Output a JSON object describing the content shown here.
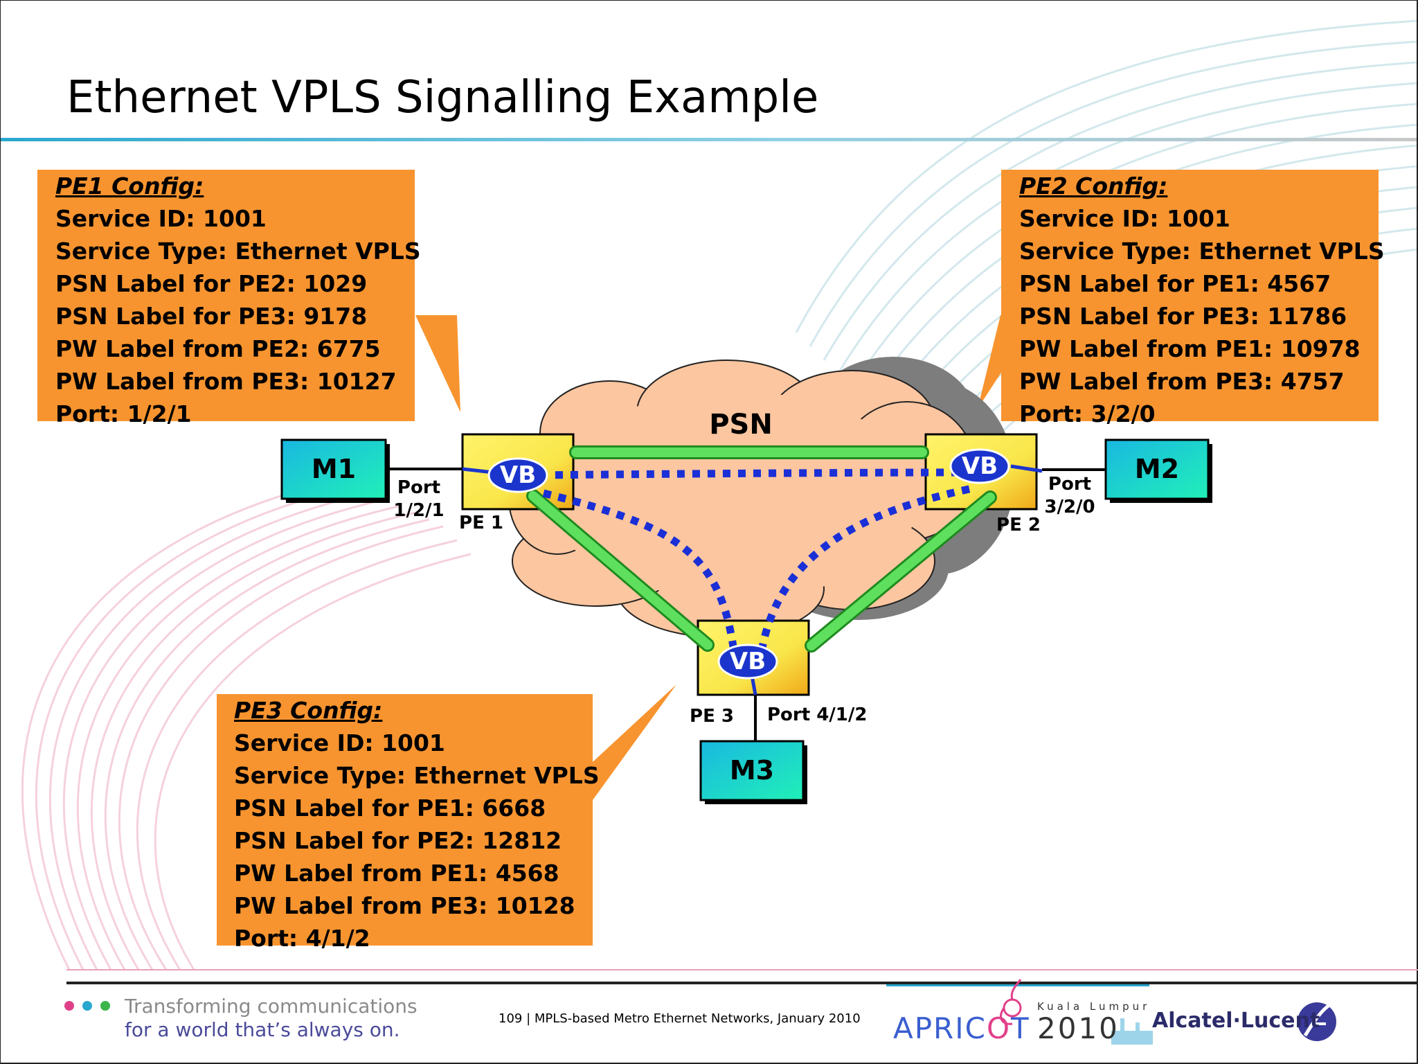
{
  "slide": {
    "title": "Ethernet VPLS Signalling Example"
  },
  "configs": {
    "pe1": {
      "header": "PE1 Config:",
      "lines": [
        "Service ID: 1001",
        "Service Type: Ethernet VPLS",
        "PSN Label for PE2: 1029",
        "PSN Label for PE3: 9178",
        "PW Label from PE2: 6775",
        "PW Label from PE3: 10127",
        "Port: 1/2/1"
      ]
    },
    "pe2": {
      "header": "PE2 Config:",
      "lines": [
        "Service ID: 1001",
        "Service Type: Ethernet VPLS",
        "PSN Label for PE1: 4567",
        "PSN Label for PE3: 11786",
        "PW Label from PE1: 10978",
        "PW Label from PE3: 4757",
        "Port: 3/2/0"
      ]
    },
    "pe3": {
      "header": "PE3 Config:",
      "lines": [
        "Service ID: 1001",
        "Service Type: Ethernet VPLS",
        "PSN Label for PE1: 6668",
        "PSN Label for PE2: 12812",
        "PW Label from PE1: 4568",
        "PW Label from PE3: 10128",
        "Port: 4/1/2"
      ]
    }
  },
  "diagram": {
    "cloud_label": "PSN",
    "vb_label": "VB",
    "pe_labels": {
      "pe1": "PE 1",
      "pe2": "PE 2",
      "pe3": "PE 3"
    },
    "machines": {
      "m1": "M1",
      "m2": "M2",
      "m3": "M3"
    },
    "ports": {
      "pe1": {
        "line1": "Port",
        "line2": "1/2/1"
      },
      "pe2": {
        "line1": "Port",
        "line2": "3/2/0"
      },
      "pe3": "Port 4/1/2"
    }
  },
  "footer": {
    "tagline_1": "Transforming communications",
    "tagline_2": "for a world that’s always on.",
    "page_info": "109 | MPLS-based Metro Ethernet Networks, January 2010",
    "event_logo": {
      "city": "Kuala Lumpur",
      "name_part1": "APRIC",
      "name_part2": "T",
      "year": "2010"
    },
    "brand": "Alcatel·Lucent"
  },
  "colors": {
    "callout_orange": "#f7942f",
    "cloud_fill": "#fcc6a0",
    "tunnel_green": "#5ee05e",
    "pw_blue": "#1a2fd6",
    "pe_yellow": "#f9e64a",
    "machine_cyan": "#1fd6d6",
    "vb_blue": "#1b35cc"
  }
}
